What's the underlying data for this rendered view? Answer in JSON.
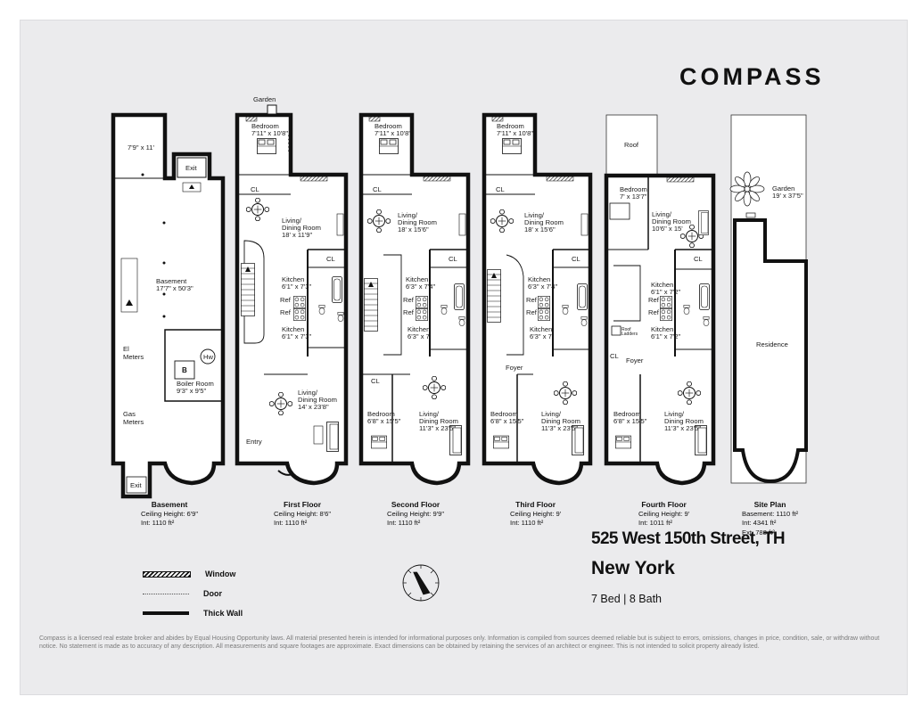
{
  "brand": {
    "logo_text": "COMPASS"
  },
  "listing": {
    "address": "525 West 150th Street, TH",
    "city": "New York",
    "beds_baths": "7 Bed | 8 Bath"
  },
  "floors": [
    {
      "name": "Basement",
      "ceiling": "Ceiling Height: 6'9\"",
      "int": "Int: 1110 ft²",
      "rooms": [
        "7'9\" x 11'",
        "Exit",
        "Basement",
        "17'7\" x 50'3\"",
        "El",
        "Meters",
        "Hw",
        "B",
        "Boiler Room",
        "9'3\" x 9'5\"",
        "Gas",
        "Meters",
        "Exit"
      ]
    },
    {
      "name": "First Floor",
      "ceiling": "Ceiling Height: 8'6\"",
      "int": "Int: 1110 ft²",
      "rooms": [
        "Garden",
        "Bedroom",
        "7'11\" x 10'8\"",
        "CL",
        "Living/",
        "Dining Room",
        "18' x 11'9\"",
        "CL",
        "Kitchen",
        "6'1\" x 7'3\"",
        "Ref",
        "Ref",
        "Kitchen",
        "6'1\" x 7'3\"",
        "Living/",
        "Dining Room",
        "14' x 23'8\"",
        "Entry"
      ]
    },
    {
      "name": "Second Floor",
      "ceiling": "Ceiling Height: 9'9\"",
      "int": "Int: 1110 ft²",
      "rooms": [
        "Bedroom",
        "7'11\" x 10'8\"",
        "CL",
        "Living/",
        "Dining Room",
        "18' x 15'6\"",
        "CL",
        "Kitchen",
        "6'3\" x 7'4\"",
        "Ref",
        "Ref",
        "Kitchen",
        "6'3\" x 7'",
        "CL",
        "Bedroom",
        "6'8\" x 15'5\"",
        "Living/",
        "Dining Room",
        "11'3\" x 23'5\""
      ]
    },
    {
      "name": "Third Floor",
      "ceiling": "Ceiling Height: 9'",
      "int": "Int: 1110 ft²",
      "rooms": [
        "Bedroom",
        "7'11\" x 10'8\"",
        "CL",
        "Living/",
        "Dining Room",
        "18' x 15'6\"",
        "CL",
        "Kitchen",
        "6'3\" x 7'4\"",
        "Ref",
        "Ref",
        "Kitchen",
        "6'3\" x 7'",
        "Foyer",
        "Bedroom",
        "6'8\" x 15'5\"",
        "Living/",
        "Dining Room",
        "11'3\" x 23'5\""
      ]
    },
    {
      "name": "Fourth Floor",
      "ceiling": "Ceiling Height: 9'",
      "int": "Int: 1011 ft²",
      "rooms": [
        "Roof",
        "Bedroom",
        "7' x 13'7\"",
        "Living/",
        "Dining Room",
        "10'6\" x 15'",
        "CL",
        "Kitchen",
        "6'1\" x 7'2\"",
        "Ref",
        "Ref",
        "Kitchen",
        "6'1\" x 7'2\"",
        "Roof",
        "Ladders",
        "Foyer",
        "CL",
        "Bedroom",
        "6'8\" x 15'5\"",
        "Living/",
        "Dining Room",
        "11'3\" x 23'5\""
      ]
    },
    {
      "name": "Site Plan",
      "ceiling": "Basement: 1110 ft²",
      "int": "Int: 4341 ft²",
      "ext": "Ext: 788 ft²",
      "rooms": [
        "Garden",
        "19' x 37'5\"",
        "Residence"
      ]
    }
  ],
  "legend": {
    "window": "Window",
    "door": "Door",
    "wall": "Thick Wall"
  },
  "disclaimer": "Compass is a licensed real estate broker and abides by Equal Housing Opportunity laws. All material presented herein is intended for informational purposes only. Information is compiled from sources deemed reliable but is subject to errors, omissions, changes in price, condition, sale, or withdraw without notice. No statement is made as to accuracy of any description. All measurements and square footages are approximate. Exact dimensions can be obtained by retaining the services of an architect or engineer. This is not intended to solicit property already listed."
}
